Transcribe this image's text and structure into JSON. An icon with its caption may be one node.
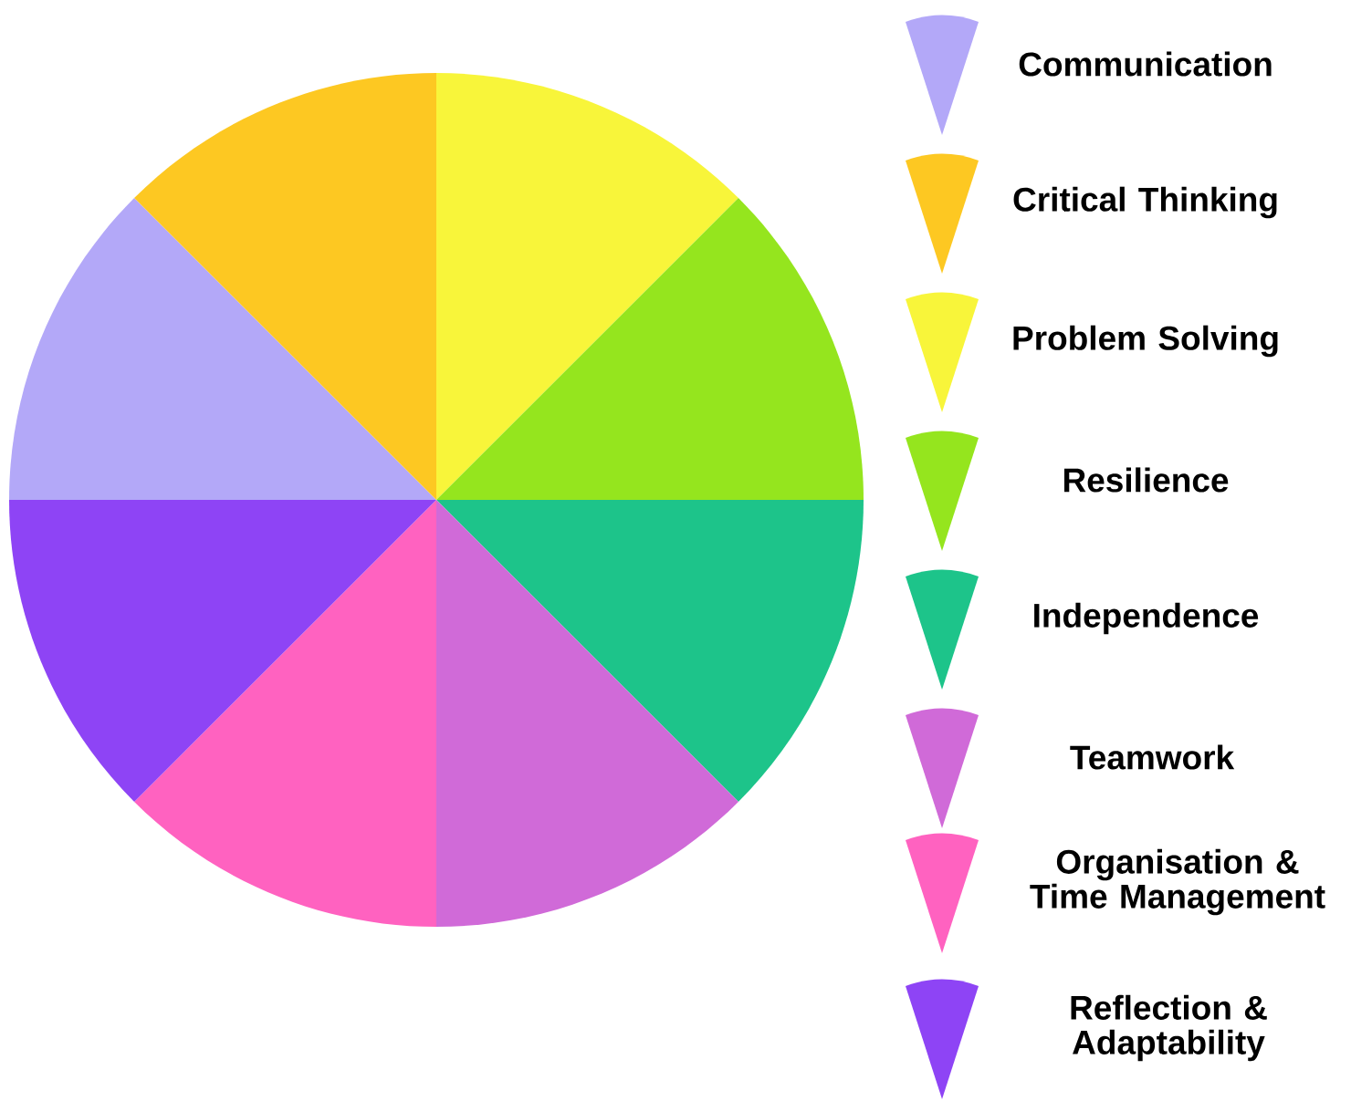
{
  "diagram": {
    "legend": [
      {
        "text": "Communication",
        "color": "#b3a8f8"
      },
      {
        "text": "Critical Thinking",
        "color": "#fdc822"
      },
      {
        "text": "Problem Solving",
        "color": "#f8f53a"
      },
      {
        "text": "Resilience",
        "color": "#95e51e"
      },
      {
        "text": "Independence",
        "color": "#1dc48a"
      },
      {
        "text": "Teamwork",
        "color": "#d06ad8"
      },
      {
        "text": "Organisation & Time Management",
        "color": "#ff62c0"
      },
      {
        "text": "Reflection & Adaptability",
        "color": "#8e44f5"
      }
    ]
  }
}
